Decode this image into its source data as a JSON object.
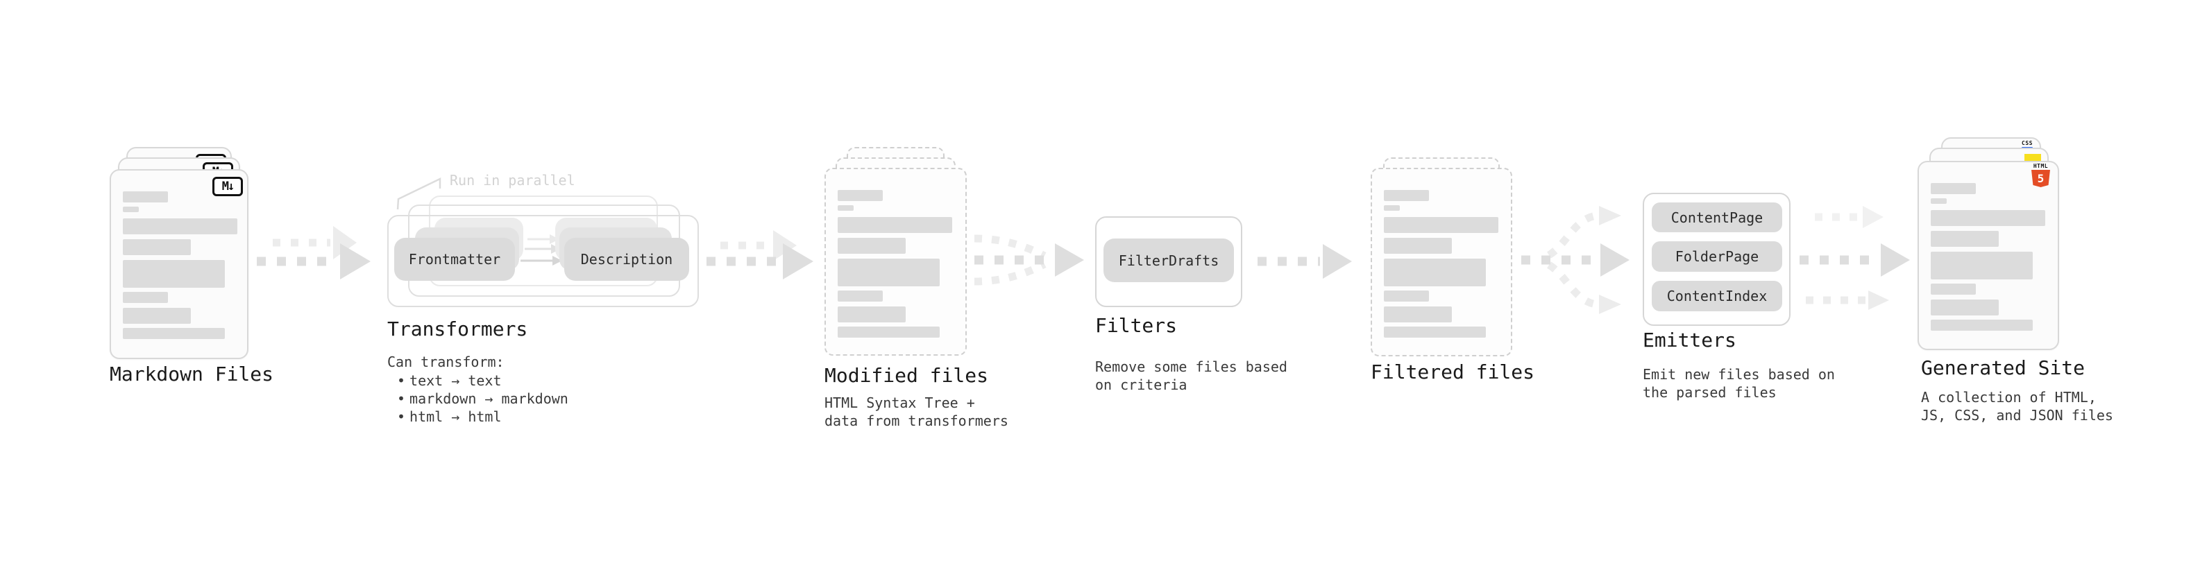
{
  "colors": {
    "background": "#ffffff",
    "doc_border": "#d8d8d8",
    "dashed_doc_border": "#cfcfcf",
    "content_bar": "#dcdcdc",
    "button_fill": "#dbdbdb",
    "title_text": "#1a1a1a",
    "body_text": "#3a3a3a",
    "annotation_text": "#d2d2d2",
    "arrow_main": "#dedede",
    "arrow_light": "#ececec",
    "markdown_badge": "#111111",
    "html5_orange": "#e44d26",
    "css_blue": "#2965f1",
    "js_yellow": "#f7df1e"
  },
  "stages": {
    "markdown_files": {
      "label": "Markdown Files",
      "badge": "M↓"
    },
    "transformers": {
      "annotation": "Run in parallel",
      "step1": "Frontmatter",
      "step2": "Description",
      "title": "Transformers",
      "subtitle": "Can transform:",
      "bullet_char": "•",
      "bullets": [
        "text → text",
        "markdown → markdown",
        "html → html"
      ]
    },
    "modified_files": {
      "title": "Modified files",
      "subtitle": "HTML Syntax Tree +\ndata from transformers"
    },
    "filters": {
      "step1": "FilterDrafts",
      "title": "Filters",
      "subtitle": "Remove some files based\non criteria"
    },
    "filtered_files": {
      "title": "Filtered files"
    },
    "emitters": {
      "step1": "ContentPage",
      "step2": "FolderPage",
      "step3": "ContentIndex",
      "title": "Emitters",
      "subtitle": "Emit new files based on\nthe parsed files"
    },
    "generated_site": {
      "title": "Generated Site",
      "subtitle": "A collection of HTML,\nJS, CSS, and JSON files",
      "badge_html_label": "HTML",
      "badge_html_number": "5",
      "badge_css_label": "CSS"
    }
  }
}
